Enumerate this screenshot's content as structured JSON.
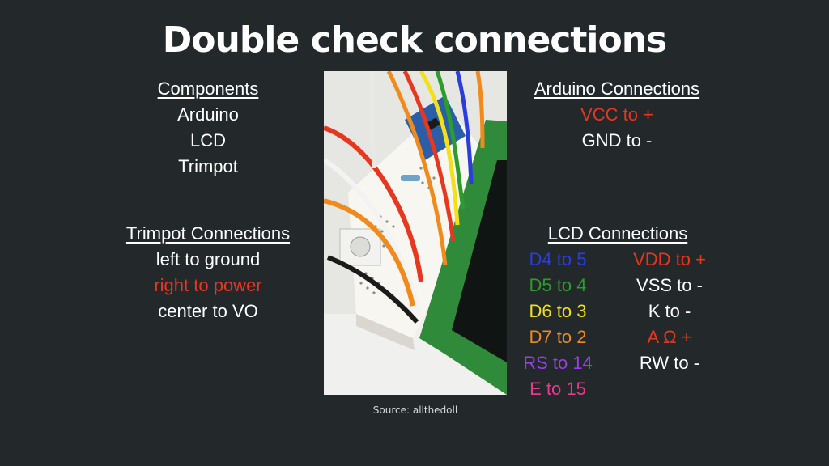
{
  "title": "Double check connections",
  "components": {
    "heading": "Components",
    "items": [
      "Arduino",
      "LCD",
      "Trimpot"
    ]
  },
  "trimpot": {
    "heading": "Trimpot Connections",
    "items": [
      {
        "text": "left to ground",
        "color": "#ffffff"
      },
      {
        "text": "right to power",
        "color": "#e8371e"
      },
      {
        "text": "center to VO",
        "color": "#ffffff"
      }
    ]
  },
  "arduino": {
    "heading": "Arduino Connections",
    "items": [
      {
        "text": "VCC to +",
        "color": "#e8371e"
      },
      {
        "text": "GND to -",
        "color": "#ffffff"
      }
    ]
  },
  "lcd": {
    "heading": "LCD Connections",
    "left": [
      {
        "text": "D4 to 5",
        "color": "#2a3ee0"
      },
      {
        "text": "D5 to 4",
        "color": "#2e9c2c"
      },
      {
        "text": "D6 to 3",
        "color": "#f3e01a"
      },
      {
        "text": "D7 to 2",
        "color": "#f08a1c"
      },
      {
        "text": "RS to 14",
        "color": "#9a3ee6"
      },
      {
        "text": "E to 15",
        "color": "#e83a8c"
      }
    ],
    "right": [
      {
        "text": "VDD to +",
        "color": "#e8371e"
      },
      {
        "text": "VSS to -",
        "color": "#ffffff"
      },
      {
        "text": "K to -",
        "color": "#ffffff"
      },
      {
        "text": "A Ω +",
        "color": "#e8371e"
      },
      {
        "text": "RW to -",
        "color": "#ffffff"
      }
    ]
  },
  "photo": {
    "source": "Source: allthedoll"
  }
}
